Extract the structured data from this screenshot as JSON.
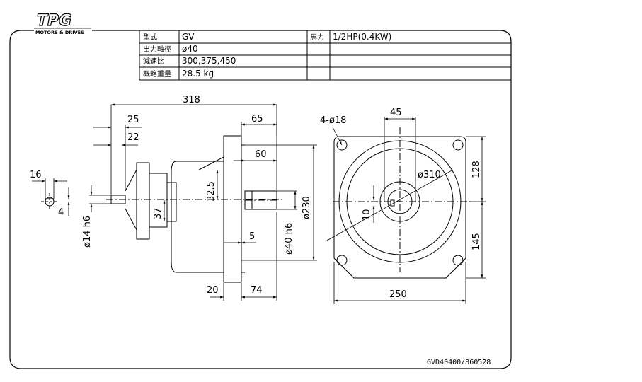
{
  "logo": {
    "mark": "TPG",
    "tagline": "MOTORS & DRIVES"
  },
  "spec_table": {
    "rows": [
      {
        "label": "型式",
        "value": "GV"
      },
      {
        "label": "出力軸徑",
        "value": "ø40"
      },
      {
        "label": "減速比",
        "value": "300,375,450"
      },
      {
        "label": "概略重量",
        "value": "28.5 kg"
      }
    ],
    "power_label": "馬力",
    "power_value": "1/2HP(0.4KW)"
  },
  "dimensions": {
    "overall_length": "318",
    "d25": "25",
    "d22": "22",
    "d16": "16",
    "d4": "4",
    "d14h6": "ø14 h6",
    "d65": "65",
    "d60": "60",
    "d32_5": "32.5",
    "d37": "37",
    "d5": "5",
    "d40h6": "ø40 h6",
    "d230": "ø230",
    "d20": "20",
    "d74": "74",
    "holes": "4-ø18",
    "d45": "45",
    "d310": "ø310",
    "d128": "128",
    "d10": "10",
    "d145": "145",
    "d250": "250"
  },
  "drawing_code": "GVD40400/860528"
}
